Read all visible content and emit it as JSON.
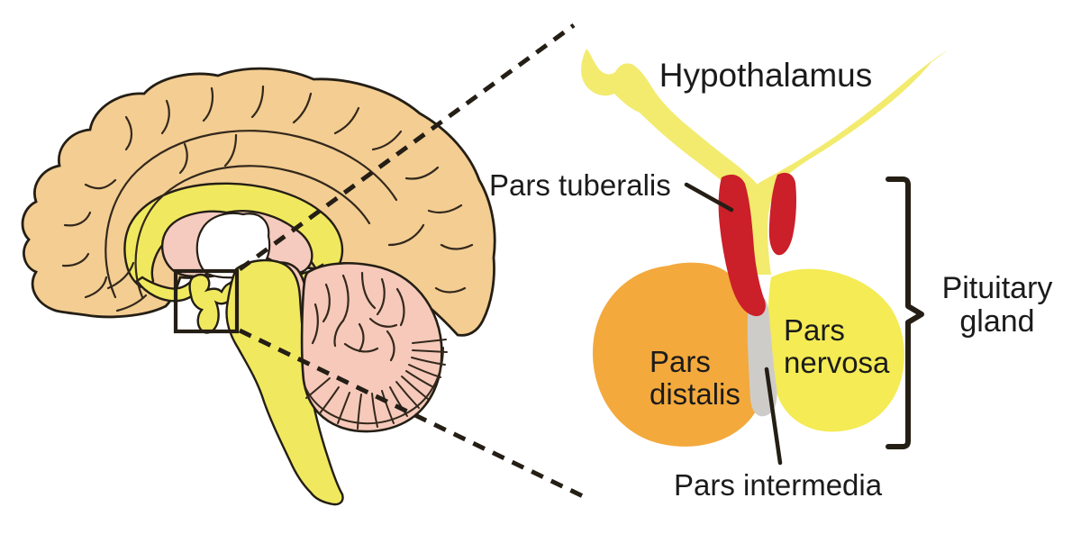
{
  "labels": {
    "hypothalamus": "Hypothalamus",
    "pars_tuberalis": "Pars tuberalis",
    "pars_distalis_line1": "Pars",
    "pars_distalis_line2": "distalis",
    "pars_nervosa_line1": "Pars",
    "pars_nervosa_line2": "nervosa",
    "pars_intermedia": "Pars intermedia",
    "pituitary_line1": "Pituitary",
    "pituitary_line2": "gland"
  },
  "colors": {
    "bg": "#FFFFFF",
    "label": "#1B1B1B",
    "ink": "#241E15",
    "sulcus_line": "#33281C",
    "cerebrum_tan": "#F3CD92",
    "brain_yellow": "#F0E95F",
    "inner_pink": "#F5CBBF",
    "cerebellum_pink": "#F6C9BB",
    "band_yellow": "#F2EB6E",
    "nervosa_yellow": "#F4EB55",
    "distalis_orange": "#F3A93C",
    "intermedia_gray": "#CECCC9",
    "tuberalis_red": "#CB1F29"
  }
}
